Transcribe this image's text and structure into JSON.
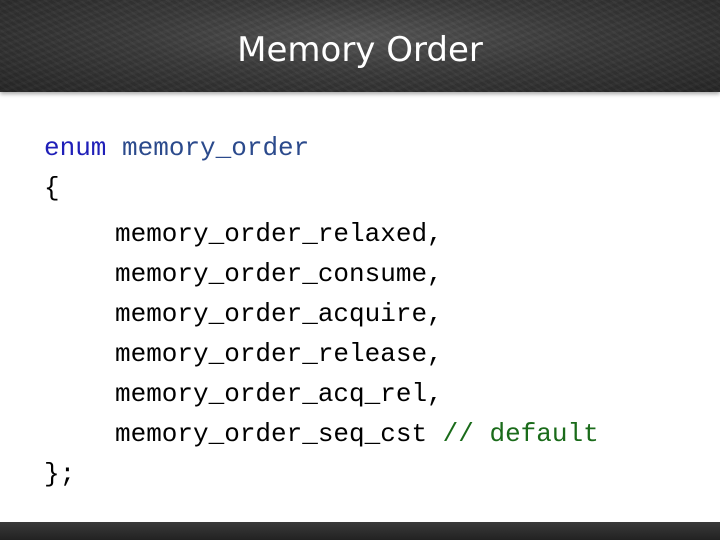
{
  "slide": {
    "title": "Memory Order"
  },
  "code": {
    "keyword": "enum",
    "type_name": "memory_order",
    "open_brace": "{",
    "enumerators": [
      "memory_order_relaxed,",
      "memory_order_consume,",
      "memory_order_acquire,",
      "memory_order_release,",
      "memory_order_acq_rel,",
      "memory_order_seq_cst"
    ],
    "comment": "// default",
    "close_brace": "};"
  },
  "colors": {
    "keyword": "#1f1fb8",
    "comment": "#1a6b1a",
    "title_band": "#3a3a3a"
  }
}
